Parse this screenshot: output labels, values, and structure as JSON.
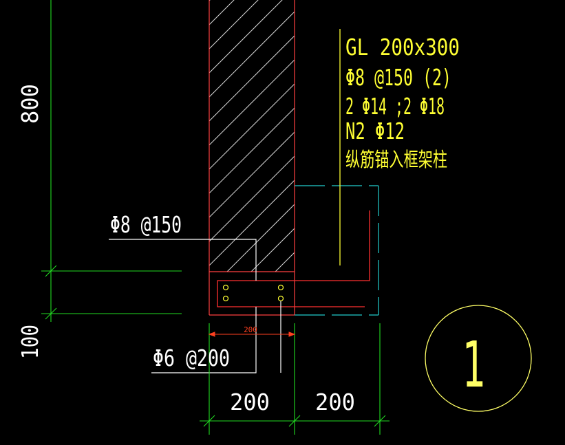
{
  "colors": {
    "background": "#000000",
    "wall_outline": "#ff4040",
    "hatch": "#d8d8d8",
    "leader": "#ffffff",
    "annotation_yellow": "#ffff33",
    "dimension_green": "#22dd22",
    "beam_cyan": "#22cccc",
    "rebar_red": "#ff3030",
    "rebar_dots": "#ffff33",
    "small_dim": "#ff4020",
    "detail_circle": "#ffff66"
  },
  "beam_note": {
    "line1": "GL 200x300",
    "line2": "Φ8 @150 (2)",
    "line3": "2 Φ14 ;2 Φ18",
    "line4": "N2 Φ12",
    "line5": "纵筋锚入框架柱"
  },
  "labels": {
    "stirrup_top": "Φ8 @150",
    "stirrup_bottom": "Φ6 @200"
  },
  "dimensions": {
    "vertical_upper": "800",
    "vertical_lower": "100",
    "bottom_left": "200",
    "bottom_right": "200",
    "small": "200"
  },
  "detail_marker": {
    "number": "1"
  }
}
